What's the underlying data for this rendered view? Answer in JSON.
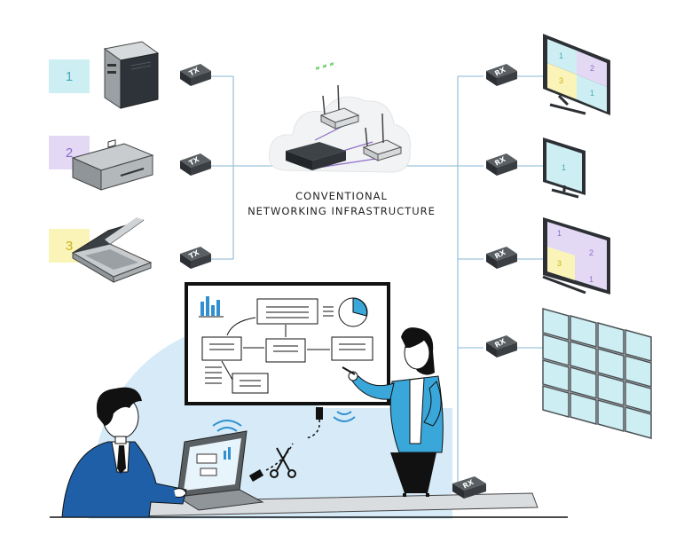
{
  "sources": [
    {
      "label": "1",
      "color": "#cdeef2",
      "text_color": "#4aa9b8"
    },
    {
      "label": "2",
      "color": "#e3d9f5",
      "text_color": "#8a6cc5"
    },
    {
      "label": "3",
      "color": "#fbf4b8",
      "text_color": "#c9b21c"
    }
  ],
  "tx_tag": "TX",
  "rx_tag": "RX",
  "network": {
    "line1": "CONVENTIONAL",
    "line2": "NETWORKING INFRASTRUCTURE"
  },
  "displays": {
    "quad": [
      "1",
      "2",
      "3",
      "1"
    ],
    "single": [
      "1"
    ],
    "split": [
      "1",
      "2",
      "3",
      "1"
    ]
  },
  "colors": {
    "line": "#9ec3dc",
    "purple_line": "#8e6cc7",
    "scene_bg": "#d6ebf7",
    "jacket": "#1e5fa8",
    "jacket_light": "#3aa7da"
  }
}
